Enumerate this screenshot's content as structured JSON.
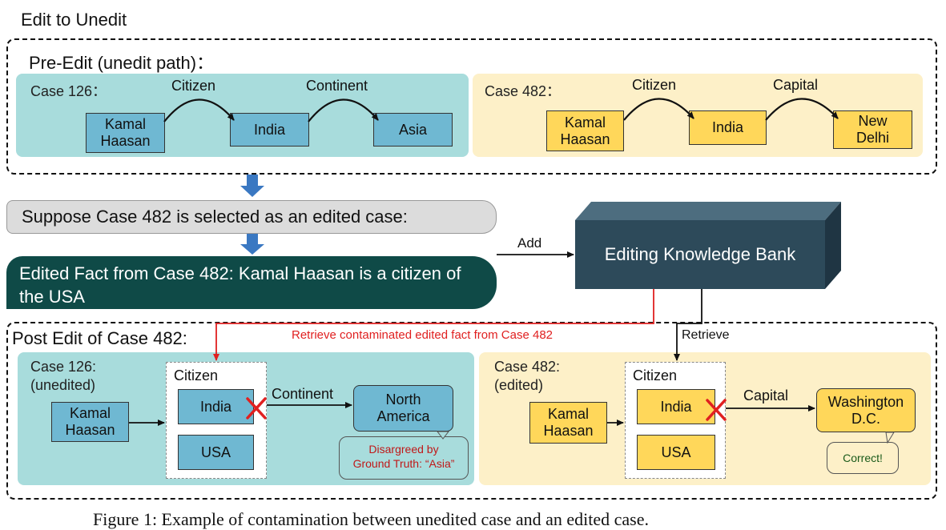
{
  "title": "Edit to Unedit",
  "pre_edit": {
    "label": "Pre-Edit (unedit path)：",
    "case126": {
      "label": "Case 126：",
      "subject": "Kamal\nHaasan",
      "rel1": "Citizen",
      "mid": "India",
      "rel2": "Continent",
      "object": "Asia"
    },
    "case482": {
      "label": "Case 482：",
      "subject": "Kamal\nHaasan",
      "rel1": "Citizen",
      "mid": "India",
      "rel2": "Capital",
      "object": "New\nDelhi"
    }
  },
  "suppose_text": "Suppose Case 482 is selected as an edited case:",
  "edited_fact": "Edited Fact from Case 482: Kamal Haasan is a citizen of the USA",
  "add_label": "Add",
  "bank_label": "Editing Knowledge Bank",
  "retrieve_label": "Retrieve",
  "contaminated_label": "Retrieve contaminated edited fact from Case 482",
  "post_edit": {
    "label": "Post Edit of Case 482:",
    "case126": {
      "label": "Case 126:\n(unedited)",
      "subject": "Kamal\nHaasan",
      "citizen": "Citizen",
      "opt1": "India",
      "opt2": "USA",
      "rel": "Continent",
      "object": "North\nAmerica",
      "callout": "Disargreed by\nGround Truth: “Asia”"
    },
    "case482": {
      "label": "Case 482:\n(edited)",
      "subject": "Kamal\nHaasan",
      "citizen": "Citizen",
      "opt1": "India",
      "opt2": "USA",
      "rel": "Capital",
      "object": "Washington\nD.C.",
      "callout": "Correct!"
    }
  },
  "caption": "Figure 1: Example of contamination between unedited case and an edited case.",
  "colors": {
    "panel_blue": "#a8dcdc",
    "panel_yellow": "#fdf0c8",
    "node_blue": "#6fb8d2",
    "node_yellow": "#ffd75a",
    "green_banner": "#0f4a47",
    "bank": "#2d4a5a",
    "cross": "#e02020",
    "arrow_down": "#3a78c2"
  }
}
